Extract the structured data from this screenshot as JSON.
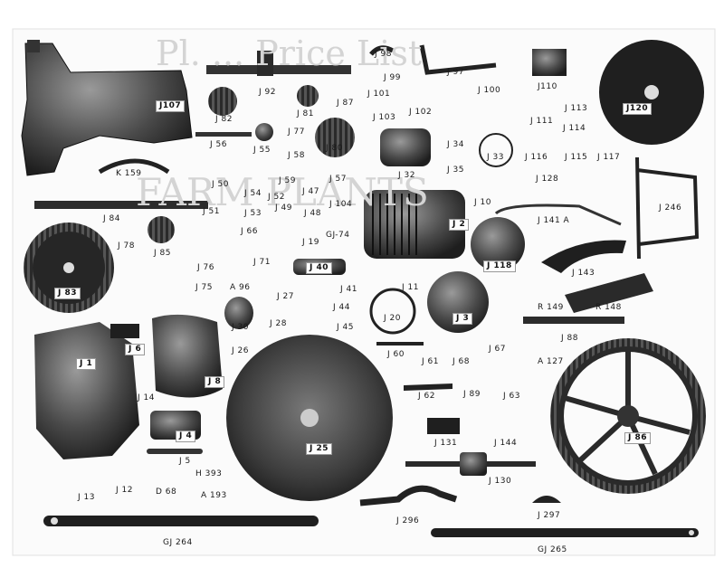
{
  "background_text": {
    "line1": "Pl. ... Price List",
    "line2": "FARM PLANTS"
  },
  "part_labels": {
    "J107": "J107",
    "J92": "J 92",
    "J98": "J 98",
    "J99": "J 99",
    "J97": "J 97",
    "J110": "J110",
    "J120": "J120",
    "J82": "J 82",
    "J81": "J 81",
    "J87": "J 87",
    "J101": "J 101",
    "J103": "J 103",
    "J102": "J 102",
    "J100": "J 100",
    "J111": "J 111",
    "J113": "J 113",
    "J114": "J 114",
    "J56": "J 56",
    "J55": "J 55",
    "J77": "J 77",
    "J58": "J 58",
    "J80": "J 80",
    "J34": "J 34",
    "J33": "J 33",
    "J116": "J 116",
    "J115": "J 115",
    "J117": "J 117",
    "K159": "K 159",
    "J50": "J 50",
    "J59": "J 59",
    "J57": "J 57",
    "J32": "J 32",
    "J35": "J 35",
    "J128": "J 128",
    "J54": "J 54",
    "J47": "J 47",
    "J52": "J 52",
    "J51": "J 51",
    "J53": "J 53",
    "J49": "J 49",
    "J48": "J 48",
    "J104": "J 104",
    "J10": "J 10",
    "J84": "J 84",
    "J2": "J 2",
    "J141A": "J 141 A",
    "J246": "J 246",
    "J78": "J 78",
    "J85": "J 85",
    "J66": "J 66",
    "J19": "J 19",
    "GJ74": "GJ-74",
    "J118": "J 118",
    "J143": "J 143",
    "J83": "J 83",
    "J76": "J 76",
    "J71": "J 71",
    "J40": "J 40",
    "J75": "J 75",
    "A96": "A 96",
    "J41": "J 41",
    "J11": "J 11",
    "R149": "R 149",
    "R148": "R 148",
    "J27": "J 27",
    "J44": "J 44",
    "J30": "J 30",
    "J28": "J 28",
    "J45": "J 45",
    "J20": "J 20",
    "J3": "J 3",
    "J6": "J 6",
    "J26": "J 26",
    "J1": "J 1",
    "J8": "J 8",
    "J60": "J 60",
    "J61": "J 61",
    "J68": "J 68",
    "J67": "J 67",
    "J88": "J 88",
    "A127": "A 127",
    "J14": "J 14",
    "J62": "J 62",
    "J89": "J 89",
    "J63": "J 63",
    "J86": "J 86",
    "J4": "J 4",
    "J25": "J 25",
    "J131": "J 131",
    "J144": "J 144",
    "J5": "J 5",
    "H393": "H 393",
    "J13": "J 13",
    "J12": "J 12",
    "D68": "D 68",
    "A193": "A 193",
    "J130": "J 130",
    "J296": "J 296",
    "J297": "J 297",
    "GJ264": "GJ 264",
    "GJ265": "GJ 265"
  }
}
